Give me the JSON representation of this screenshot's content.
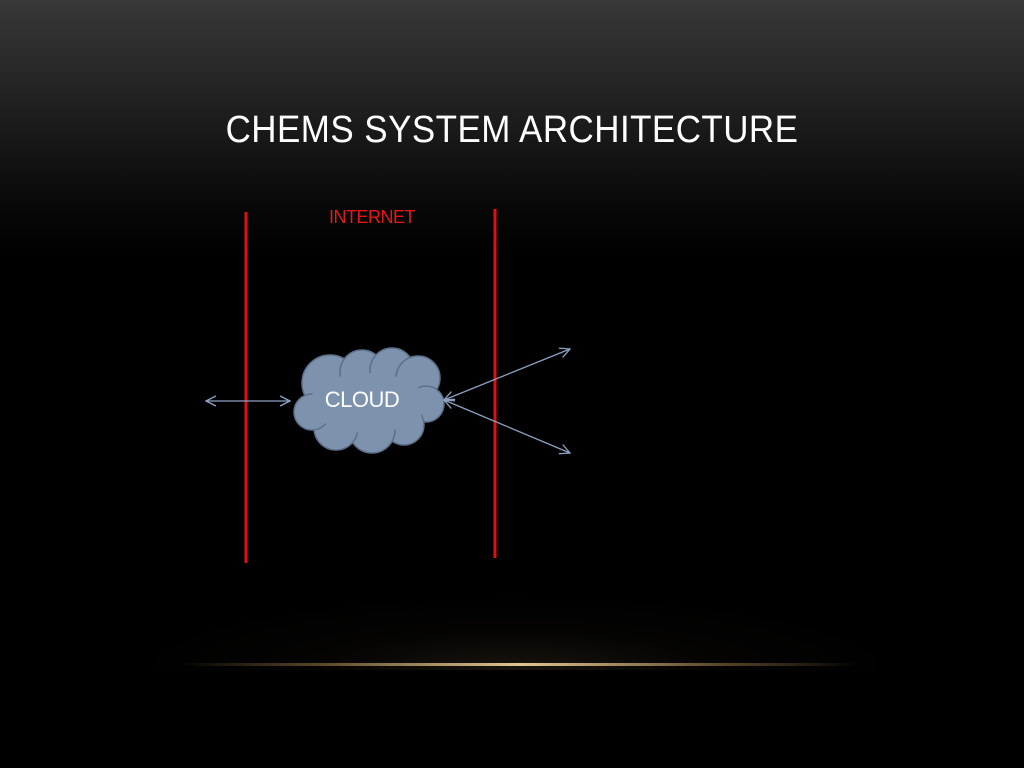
{
  "slide": {
    "title": "CHEMS SYSTEM ARCHITECTURE"
  },
  "diagram": {
    "zone_label": "INTERNET",
    "cloud_label": "CLOUD",
    "nodes": [
      {
        "id": "cloud",
        "shape": "cloud",
        "label": "CLOUD"
      }
    ],
    "boundaries": [
      {
        "id": "boundary-left",
        "style": "solid"
      },
      {
        "id": "boundary-right",
        "style": "solid"
      }
    ],
    "edges": [
      {
        "id": "edge-left",
        "from": "external-left",
        "to": "cloud",
        "direction": "bidirectional"
      },
      {
        "id": "edge-upper-right",
        "from": "cloud",
        "to": "external-upper-right",
        "direction": "bidirectional"
      },
      {
        "id": "edge-lower-right",
        "from": "cloud",
        "to": "external-lower-right",
        "direction": "bidirectional"
      }
    ]
  },
  "colors": {
    "boundary_line": "#e01010",
    "zone_label": "#e31818",
    "cloud_fill": "#7d93ad",
    "cloud_stroke": "#5c708a",
    "cloud_text": "#ffffff",
    "connector": "#8ea3c2",
    "title_text": "#ffffff",
    "divider_glow": "#e2c690"
  }
}
